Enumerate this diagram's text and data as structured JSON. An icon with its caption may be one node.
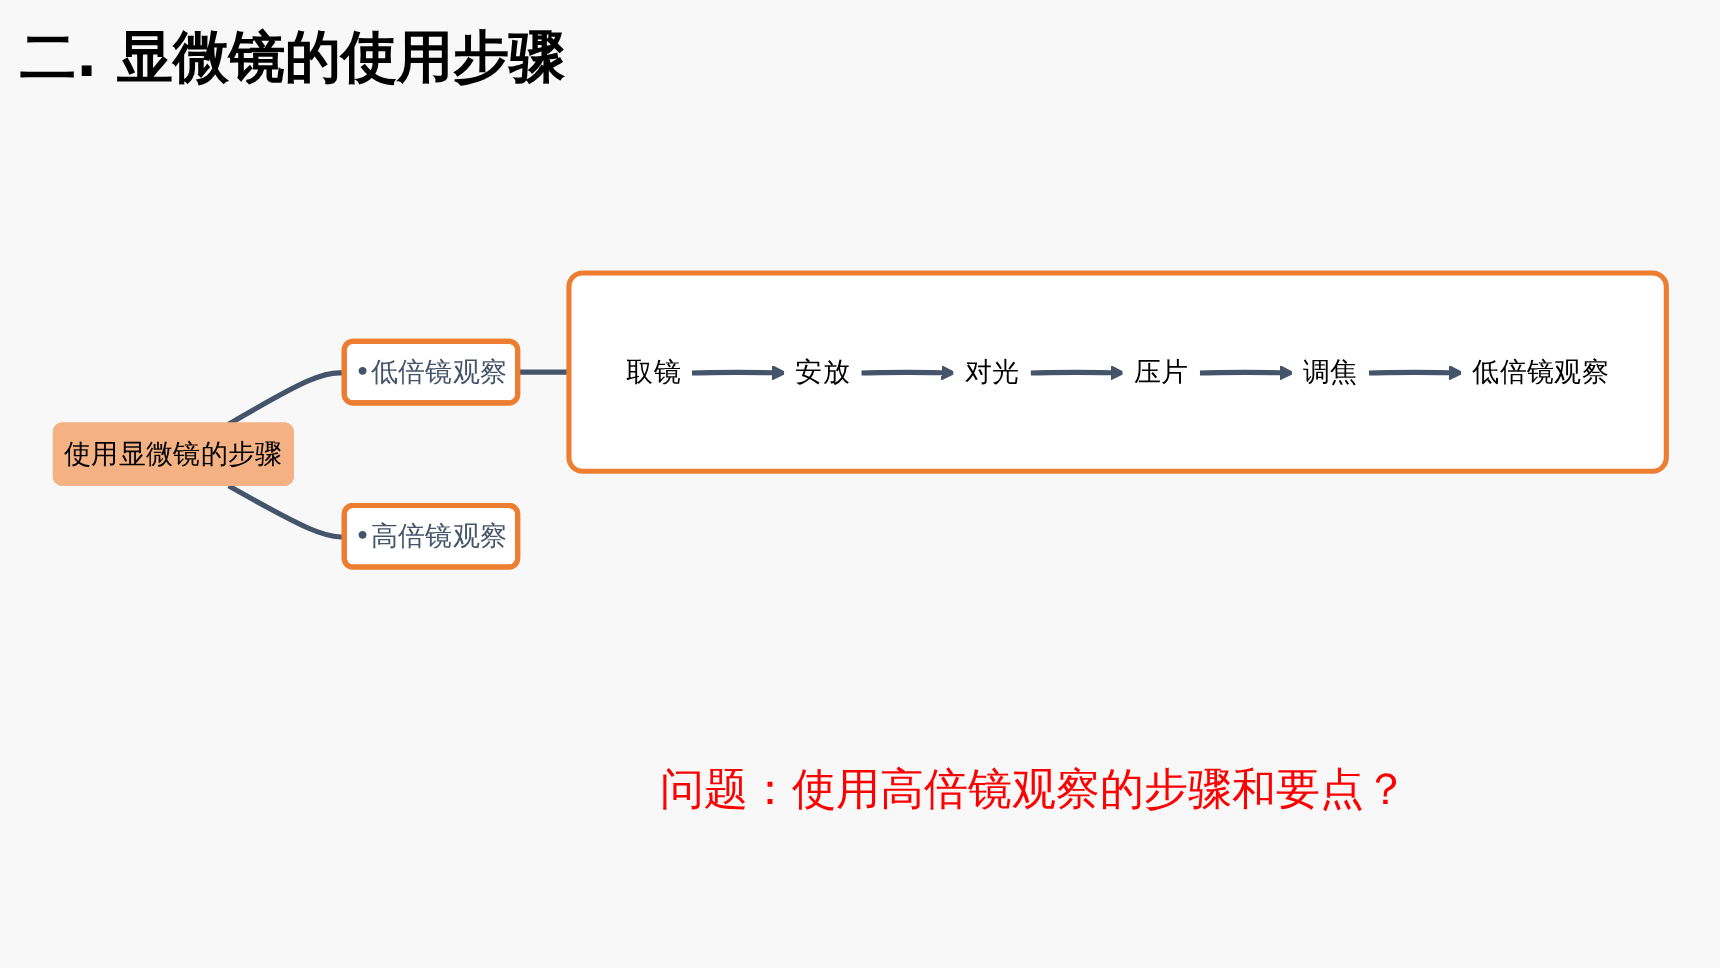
{
  "diagram": {
    "title": "二. 显微镜的使用步骤",
    "nodes": [
      {
        "text": [
          "使用显微镜的步骤"
        ]
      },
      {
        "text": [
          "•低倍镜观察"
        ]
      },
      {
        "text": [
          "•高倍镜观察"
        ]
      },
      {
        "text": [],
        "shape": "box"
      },
      {
        "text": [
          "取镜"
        ],
        "in": 3
      },
      {
        "text": [
          "安放"
        ],
        "in": 3
      },
      {
        "text": [
          "对光"
        ],
        "in": 3
      },
      {
        "text": [
          "压片"
        ],
        "in": 3
      },
      {
        "text": [
          "调焦"
        ],
        "in": 3
      },
      {
        "text": [
          "低倍镜观察"
        ],
        "in": 3
      }
    ],
    "edges": [
      {
        "from": 0,
        "to": 1,
        "arrow": "none"
      },
      {
        "from": 1,
        "to": 3,
        "arrow": "none"
      },
      {
        "from": 0,
        "to": 2,
        "arrow": "none"
      },
      {
        "from": 4,
        "to": 5,
        "arrow": "to"
      },
      {
        "from": 5,
        "to": 6,
        "arrow": "to"
      },
      {
        "from": 6,
        "to": 7,
        "arrow": "to"
      },
      {
        "from": 7,
        "to": 8,
        "arrow": "to"
      },
      {
        "from": 8,
        "to": 9,
        "arrow": "to"
      }
    ],
    "labels": [
      "问题：使用高倍镜观察的步骤和要点？"
    ]
  }
}
